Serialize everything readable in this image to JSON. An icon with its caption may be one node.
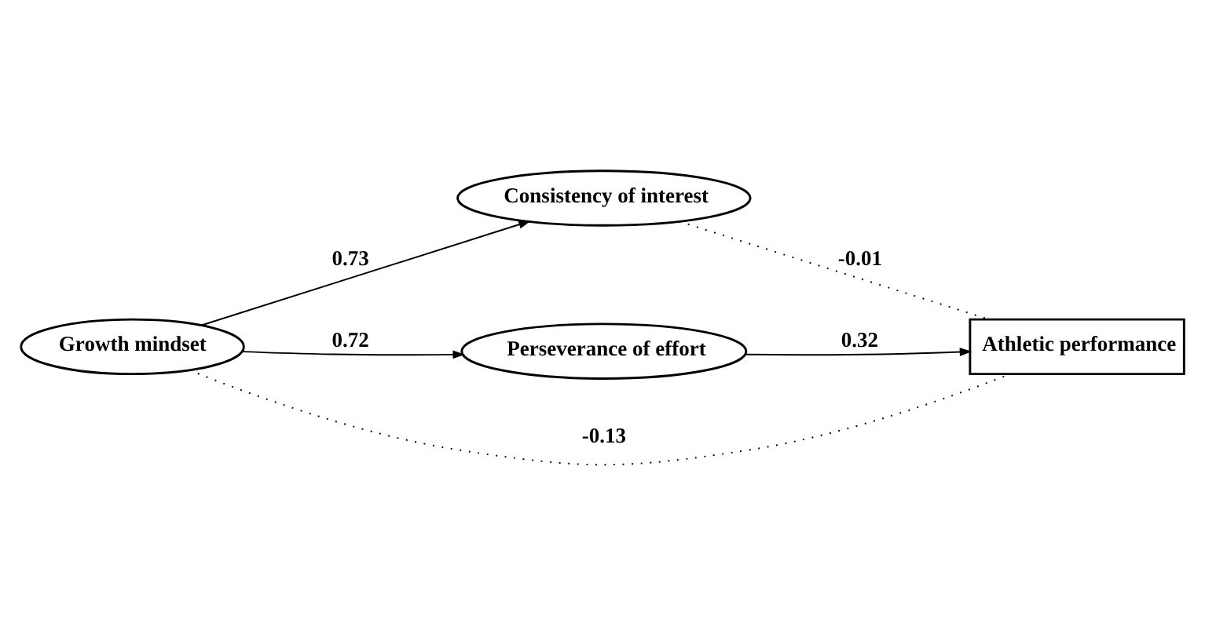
{
  "diagram": {
    "nodes": [
      {
        "text": [
          "Growth mindset"
        ]
      },
      {
        "text": [
          "Consistency of interest"
        ]
      },
      {
        "text": [
          "Perseverance of effort"
        ]
      },
      {
        "text": [
          "Athletic performance"
        ]
      }
    ],
    "edges": [
      {
        "from": 0,
        "to": 1,
        "arrow": "to",
        "label": "0.73"
      },
      {
        "from": 1,
        "to": 3,
        "arrow": "none",
        "label": "-0.01",
        "style": "dashed"
      },
      {
        "from": 0,
        "to": 3,
        "arrow": "none",
        "label": "-0.13",
        "style": "dashed"
      },
      {
        "from": 0,
        "to": 2,
        "arrow": "to",
        "label": "0.72"
      },
      {
        "from": 2,
        "to": 3,
        "arrow": "to",
        "label": "0.32"
      }
    ]
  }
}
